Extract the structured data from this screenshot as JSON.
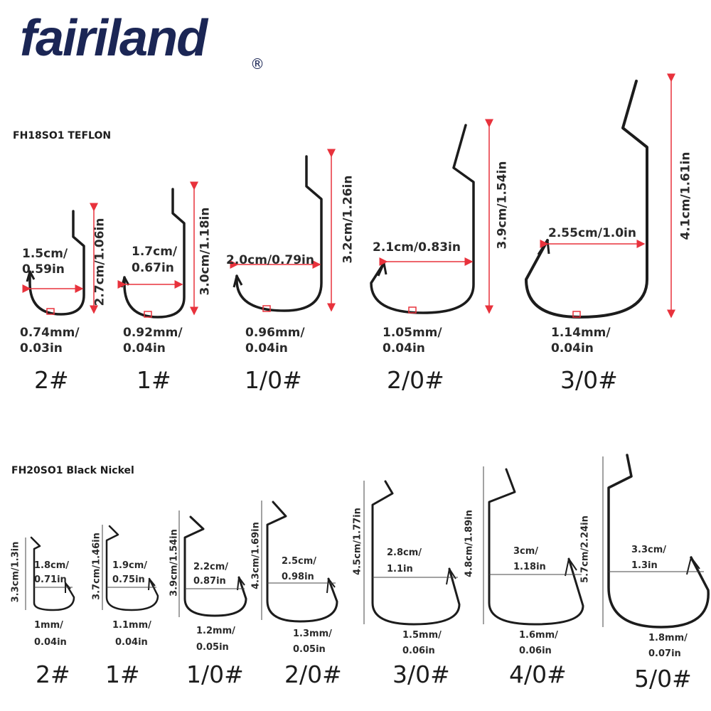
{
  "brand": {
    "name": "fairiland",
    "registered": "®",
    "color": "#1b2655"
  },
  "colors": {
    "measure_red": "#e8323c",
    "measure_gray": "#444444",
    "hook": "#1c1c1c"
  },
  "series1": {
    "title": "FH18SO1 TEFLON",
    "hooks": [
      {
        "size": "2#",
        "length": "2.7cm/1.06in",
        "gap_a": "1.5cm/",
        "gap_b": "0.59in",
        "wire_a": "0.74mm/",
        "wire_b": "0.03in"
      },
      {
        "size": "1#",
        "length": "3.0cm/1.18in",
        "gap_a": "1.7cm/",
        "gap_b": "0.67in",
        "wire_a": "0.92mm/",
        "wire_b": "0.04in"
      },
      {
        "size": "1/0#",
        "length": "3.2cm/1.26in",
        "gap_a": "2.0cm/0.79in",
        "gap_b": "",
        "wire_a": "0.96mm/",
        "wire_b": "0.04in"
      },
      {
        "size": "2/0#",
        "length": "3.9cm/1.54in",
        "gap_a": "2.1cm/0.83in",
        "gap_b": "",
        "wire_a": "1.05mm/",
        "wire_b": "0.04in"
      },
      {
        "size": "3/0#",
        "length": "4.1cm/1.61in",
        "gap_a": "2.55cm/1.0in",
        "gap_b": "",
        "wire_a": "1.14mm/",
        "wire_b": "0.04in"
      }
    ]
  },
  "series2": {
    "title": "FH20SO1 Black Nickel",
    "hooks": [
      {
        "size": "2#",
        "length": "3.3cm/1.3in",
        "gap_a": "1.8cm/",
        "gap_b": "0.71in",
        "wire_a": "1mm/",
        "wire_b": "0.04in"
      },
      {
        "size": "1#",
        "length": "3.7cm/1.46in",
        "gap_a": "1.9cm/",
        "gap_b": "0.75in",
        "wire_a": "1.1mm/",
        "wire_b": "0.04in"
      },
      {
        "size": "1/0#",
        "length": "3.9cm/1.54in",
        "gap_a": "2.2cm/",
        "gap_b": "0.87in",
        "wire_a": "1.2mm/",
        "wire_b": "0.05in"
      },
      {
        "size": "2/0#",
        "length": "4.3cm/1.69in",
        "gap_a": "2.5cm/",
        "gap_b": "0.98in",
        "wire_a": "1.3mm/",
        "wire_b": "0.05in"
      },
      {
        "size": "3/0#",
        "length": "4.5cm/1.77in",
        "gap_a": "2.8cm/",
        "gap_b": "1.1in",
        "wire_a": "1.5mm/",
        "wire_b": "0.06in"
      },
      {
        "size": "4/0#",
        "length": "4.8cm/1.89in",
        "gap_a": "3cm/",
        "gap_b": "1.18in",
        "wire_a": "1.6mm/",
        "wire_b": "0.06in"
      },
      {
        "size": "5/0#",
        "length": "5.7cm/2.24in",
        "gap_a": "3.3cm/",
        "gap_b": "1.3in",
        "wire_a": "1.8mm/",
        "wire_b": "0.07in"
      }
    ]
  }
}
